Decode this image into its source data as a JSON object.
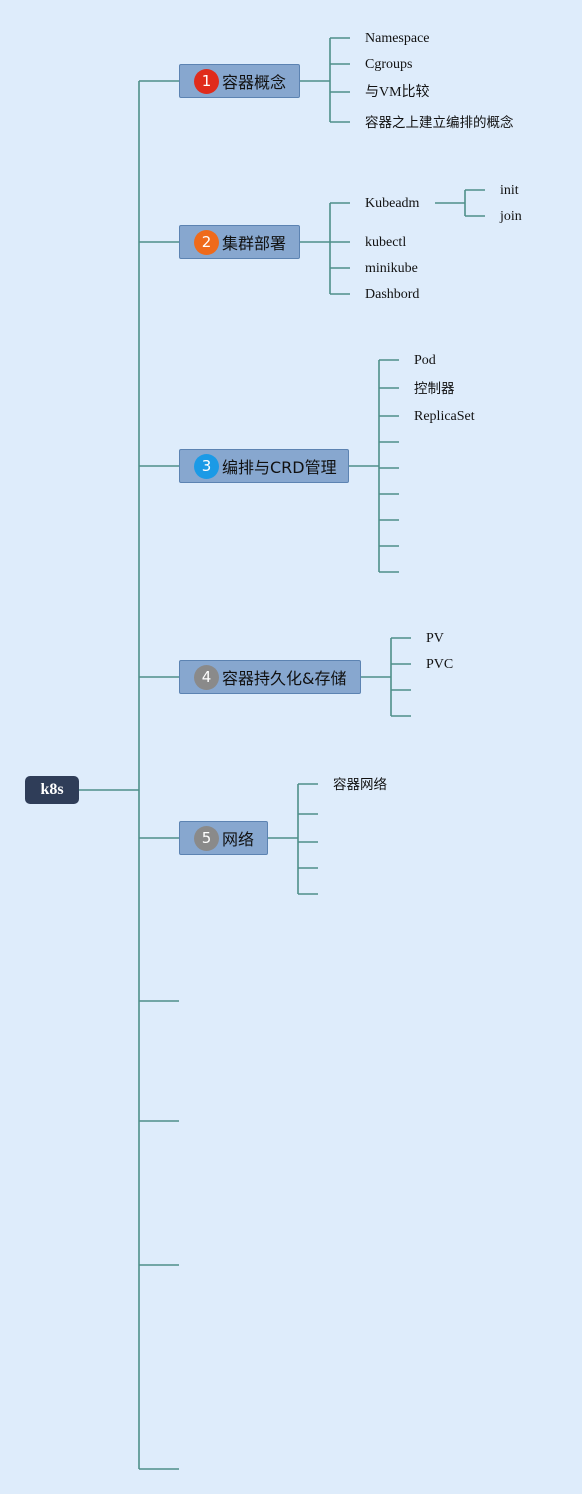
{
  "root": {
    "label": "k8s"
  },
  "topics": [
    {
      "num": "1",
      "label": "容器概念",
      "badge_color": "#e02b1b",
      "children": [
        "Namespace",
        "Cgroups",
        "与VM比较",
        "容器之上建立编排的概念"
      ]
    },
    {
      "num": "2",
      "label": "集群部署",
      "badge_color": "#ef6a1b",
      "children": [
        "Kubeadm",
        "kubectl",
        "minikube",
        "Dashbord"
      ],
      "grandchildren": [
        "init",
        "join"
      ]
    },
    {
      "num": "3",
      "label": "编排与CRD管理",
      "badge_color": "#1b9ae6",
      "children": [
        "Pod",
        "控制器",
        "ReplicaSet"
      ]
    },
    {
      "num": "4",
      "label": "容器持久化&存储",
      "badge_color": "#8a8a8a",
      "children": [
        "PV",
        "PVC"
      ]
    },
    {
      "num": "5",
      "label": "网络",
      "badge_color": "#8a8a8a",
      "children": [
        "容器网络"
      ]
    }
  ],
  "colors": {
    "line": "#4e8f89",
    "topic_bg": "#87a7cf",
    "root_bg": "#2f3d58",
    "background": "#deecfb"
  }
}
